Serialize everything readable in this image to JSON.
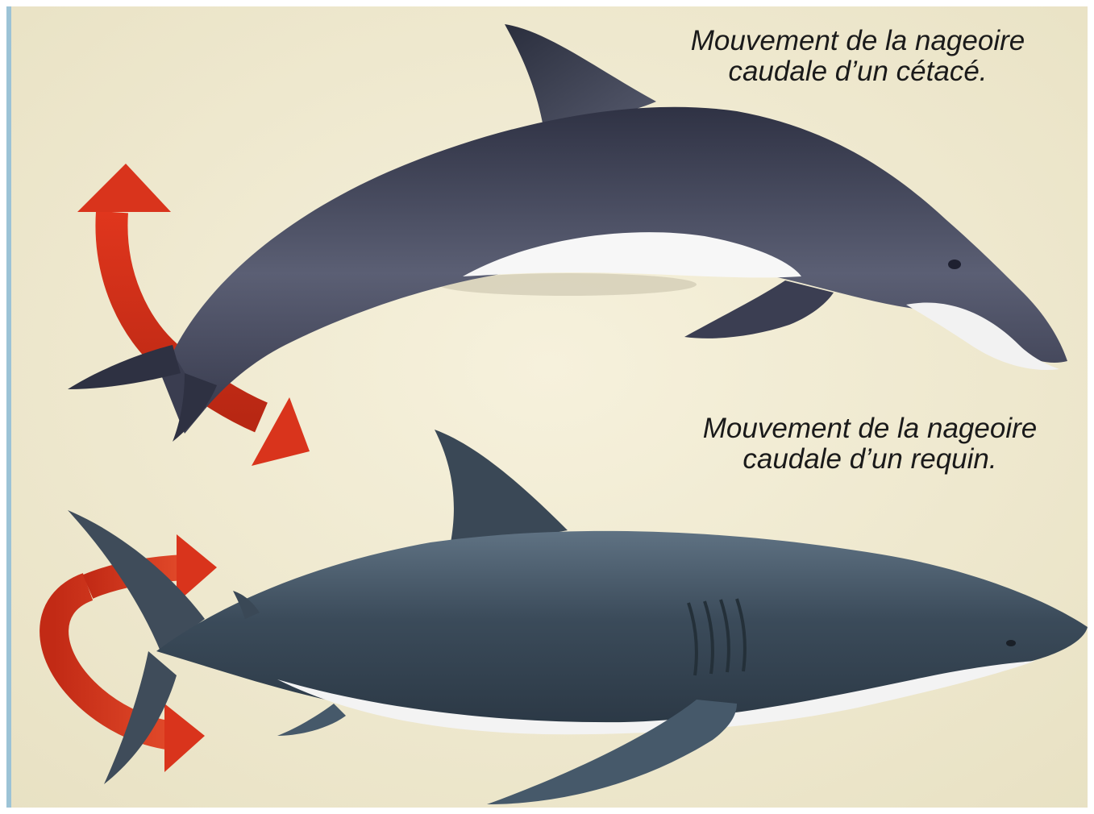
{
  "captions": {
    "cetace": {
      "line1": "Mouvement de la nageoire",
      "line2": "caudale d’un cétacé."
    },
    "requin": {
      "line1": "Mouvement de la nageoire",
      "line2": "caudale d’un requin."
    }
  },
  "colors": {
    "background": "#f1ebd2",
    "arrow": "#d9341c",
    "dolphin_body": "#4a4e63",
    "shark_body": "#3e4f5e",
    "belly": "#f5f5f5"
  },
  "icons": {
    "dolphin": "dolphin-illustration",
    "shark": "shark-illustration",
    "vertical_arrow": "curved-double-arrow-vertical",
    "rotation_arrow": "curved-double-arrow-horizontal"
  }
}
